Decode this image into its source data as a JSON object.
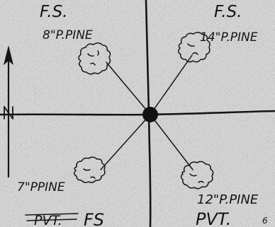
{
  "labels": {
    "top_left_owner": "F.S.",
    "top_left_tree": "8\"P.PINE",
    "top_right_owner": "F.S.",
    "top_right_tree": "14\"P.PINE",
    "bottom_left_tree": "7\"PPINE",
    "bottom_left_owner_struck": "PVT.",
    "bottom_left_owner": "FS",
    "bottom_right_tree": "12\"P.PINE",
    "bottom_right_owner": "PVT.",
    "north": "N",
    "corner_mark": "6"
  },
  "colors": {
    "paper": "#d6d6d6",
    "ink": "#151515"
  },
  "icons": {
    "tree": "tree-canopy-icon",
    "center": "corner-monument-icon",
    "north": "north-arrow-icon"
  }
}
